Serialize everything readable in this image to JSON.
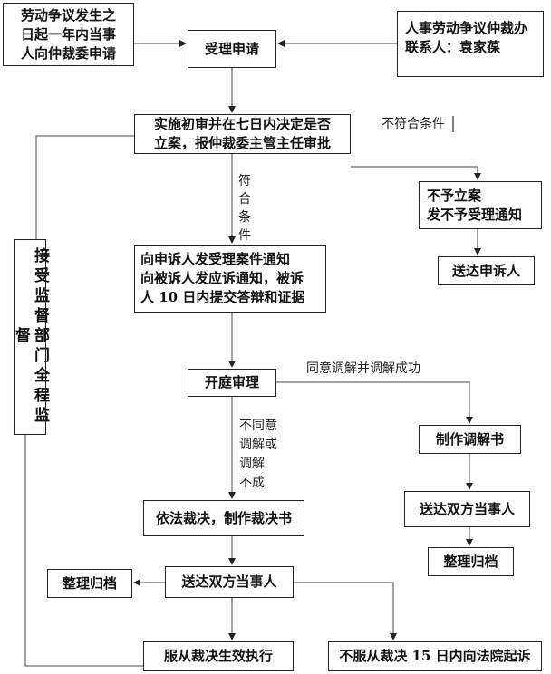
{
  "apply": [
    "劳动争议发生之",
    "日起一年内当事",
    "人向仲裁委申请"
  ],
  "accept": "受理申请",
  "contact": [
    "人事劳动争议仲裁办",
    "联系人：袁家葆"
  ],
  "review": [
    "实施初审并在七日内决定是否",
    "立案，报仲裁委主管主任审批"
  ],
  "not_qualified_label": "不符合条件",
  "qualified_label": [
    "符",
    "合",
    "条",
    "件"
  ],
  "reject": [
    "不予立案",
    "发不予受理通知"
  ],
  "serve_applicant": "送达申诉人",
  "notify": [
    "向申诉人发受理案件通知",
    "向被诉人发应诉通知，被诉",
    "人 10 日内提交答辩和证据"
  ],
  "supervise": "接受监督部门全程监督",
  "hearing": "开庭审理",
  "mediation_label": "同意调解并调解成功",
  "no_mediation_label": [
    "不同意",
    "调解或",
    "调解",
    "不成"
  ],
  "mediation_doc": "制作调解书",
  "serve_both_right": "送达双方当事人",
  "archive_right": "整理归档",
  "ruling": "依法裁决，制作裁决书",
  "serve_both": "送达双方当事人",
  "archive_left": "整理归档",
  "comply": "服从裁决生效执行",
  "appeal": "不服从裁决 15 日内向法院起诉"
}
